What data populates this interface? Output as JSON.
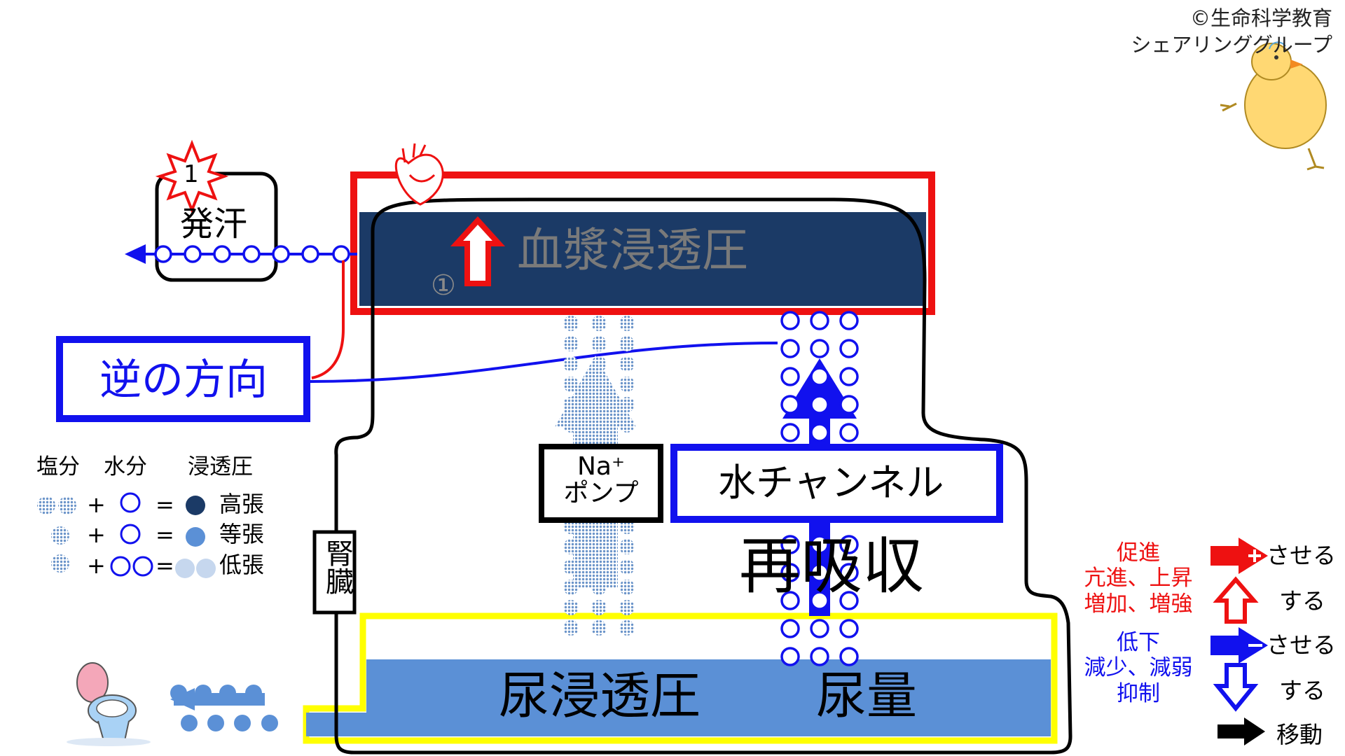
{
  "credit": {
    "line1": "©生命科学教育",
    "line2": "シェアリンググループ"
  },
  "badge": {
    "number": "1"
  },
  "sweat": {
    "label": "発汗"
  },
  "plasma": {
    "label": "血漿浸透圧",
    "marker": "①"
  },
  "reverse": {
    "label": "逆の方向"
  },
  "kidney": {
    "label": "腎臓"
  },
  "na_pump": {
    "line1": "Na⁺",
    "line2": "ポンプ"
  },
  "water_channel": {
    "label": "水チャンネル"
  },
  "reabsorption": {
    "label": "再吸収"
  },
  "urine": {
    "osmotic_label": "尿浸透圧",
    "volume_label": "尿量"
  },
  "legend_osmo": {
    "headers": [
      "塩分",
      "水分",
      "浸透圧"
    ],
    "plus": "+",
    "equals": "=",
    "rows": [
      "高張",
      "等張",
      "低張"
    ]
  },
  "legend_arrows": {
    "promote_label": "促進",
    "promote_words1": "亢進、上昇",
    "promote_words2": "増加、増強",
    "promote_cause": "させる",
    "promote_self": "する",
    "reduce_label": "低下",
    "reduce_words1": "減少、減弱",
    "reduce_words2": "抑制",
    "reduce_cause": "させる",
    "reduce_self": "する",
    "move_label": "移動"
  },
  "colors": {
    "red": "#ee1111",
    "blue": "#1111ee",
    "navy": "#1b3a66",
    "urine_blue": "#5b90d6",
    "yellow": "#ffff00",
    "gray_text": "#7a7a7a"
  }
}
